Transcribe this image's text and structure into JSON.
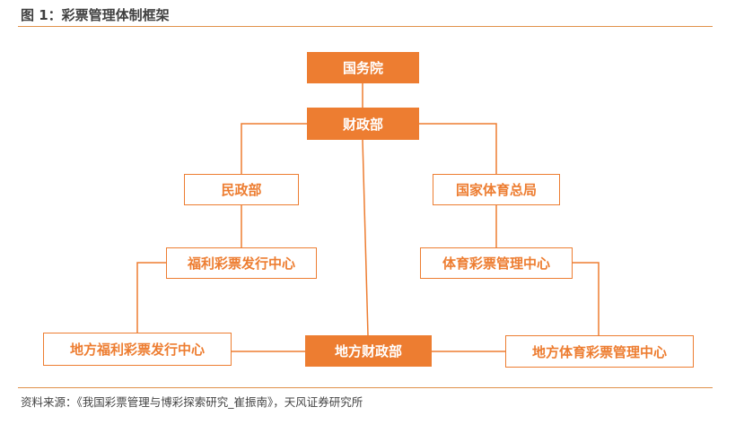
{
  "figure_title": "图 1：彩票管理体制框架",
  "source_note": "资料来源：《我国彩票管理与博彩探索研究_崔振南》，天风证券研究所",
  "colors": {
    "accent": "#ed7d31",
    "rule": "#e0914a",
    "text": "#404040"
  },
  "nodes": {
    "state_council": "国务院",
    "ministry_of_finance": "财政部",
    "ministry_of_civil_affairs": "民政部",
    "general_admin_of_sport": "国家体育总局",
    "welfare_lottery_center": "福利彩票发行中心",
    "sports_lottery_center": "体育彩票管理中心",
    "local_welfare_lottery_center": "地方福利彩票发行中心",
    "local_finance_dept": "地方财政部",
    "local_sports_lottery_center": "地方体育彩票管理中心"
  }
}
